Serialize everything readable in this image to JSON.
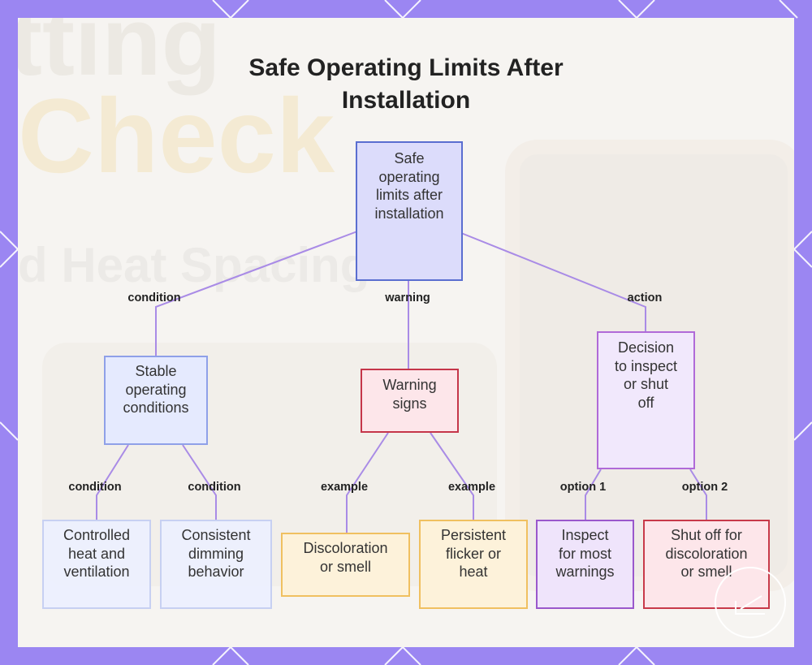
{
  "diagram": {
    "title_line1": "Safe Operating Limits After",
    "title_line2": "Installation",
    "nodes": {
      "root": [
        "Safe",
        "operating",
        "limits after",
        "installation"
      ],
      "stable": [
        "Stable",
        "operating",
        "conditions"
      ],
      "warning": [
        "Warning",
        "signs"
      ],
      "decision": [
        "Decision",
        "to inspect",
        "or shut",
        "off"
      ],
      "controlled": [
        "Controlled",
        "heat and",
        "ventilation"
      ],
      "dimming": [
        "Consistent",
        "dimming",
        "behavior"
      ],
      "discoloration": [
        "Discoloration",
        "or smell"
      ],
      "flicker": [
        "Persistent",
        "flicker or",
        "heat"
      ],
      "inspect": [
        "Inspect",
        "for most",
        "warnings"
      ],
      "shutoff": [
        "Shut off for",
        "discoloration",
        "or smell"
      ]
    },
    "edge_labels": {
      "root_stable": "condition",
      "root_warning": "warning",
      "root_decision": "action",
      "stable_controlled": "condition",
      "stable_dimming": "condition",
      "warning_discoloration": "example",
      "warning_flicker": "example",
      "decision_inspect": "option 1",
      "decision_shutoff": "option 2"
    }
  },
  "background_text": [
    "tting",
    "Check",
    "d Heat Spacing"
  ],
  "colors": {
    "frame": "#9b86f2",
    "edge": "#a98be6",
    "root_border": "#5a6ed0",
    "warning_border": "#c5364a",
    "example_border": "#f0c060",
    "decision_border": "#b06ad8"
  }
}
